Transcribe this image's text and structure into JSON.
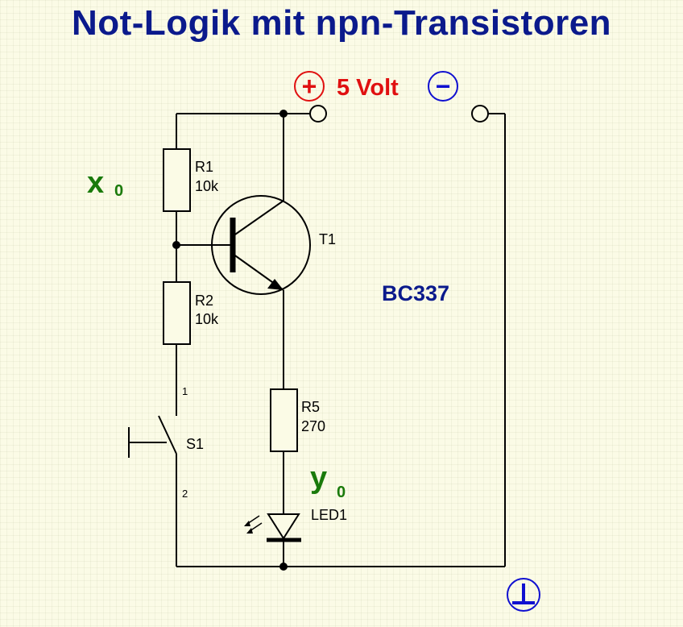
{
  "title": "Not-Logik mit npn-Transistoren",
  "supply": {
    "plus_symbol": "+",
    "label": "5 Volt",
    "minus_symbol": "−"
  },
  "components": {
    "r1": {
      "name": "R1",
      "value": "10k"
    },
    "r2": {
      "name": "R2",
      "value": "10k"
    },
    "r5": {
      "name": "R5",
      "value": "270"
    },
    "t1": {
      "name": "T1",
      "type": "BC337"
    },
    "s1": {
      "name": "S1",
      "pin1": "1",
      "pin2": "2"
    },
    "led1": {
      "name": "LED1"
    }
  },
  "signals": {
    "input": {
      "letter": "x",
      "index": "0"
    },
    "output": {
      "letter": "y",
      "index": "0"
    }
  },
  "ground_symbol": "ground-icon",
  "colors": {
    "title": "#0b1a8c",
    "supply_text": "#e01010",
    "plus_circle": "#e01010",
    "minus_circle": "#1010d0",
    "signal": "#1a7a0a",
    "transistor_type": "#0b1a8c",
    "background": "#fbfbe6"
  }
}
